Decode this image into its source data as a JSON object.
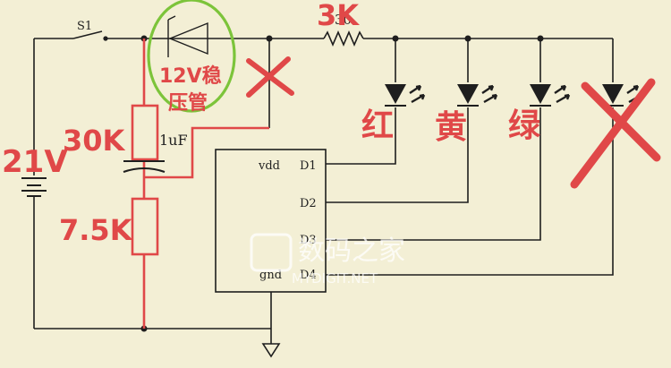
{
  "components": {
    "switch_label": "S1",
    "resistor_top_label": "3K",
    "resistor_top_label_overwrite": "30",
    "capacitor_label": "1uF",
    "ic_pins": {
      "vdd": "vdd",
      "gnd": "gnd",
      "d1": "D1",
      "d2": "D2",
      "d3": "D3",
      "d4": "D4"
    }
  },
  "annotations": {
    "battery_voltage": "21V",
    "resistor_upper": "30K",
    "resistor_lower": "7.5K",
    "zener_line1": "12V稳",
    "zener_line2": "压管",
    "led_red": "红",
    "led_yellow": "黄",
    "led_green": "绿"
  },
  "watermark": {
    "cn": "数码之家",
    "en": "MYDIGIT.NET"
  },
  "colors": {
    "background": "#f3efd5",
    "wire": "#1e1e1e",
    "annotation_red": "#e04848",
    "annotation_green": "#7cc43a"
  }
}
